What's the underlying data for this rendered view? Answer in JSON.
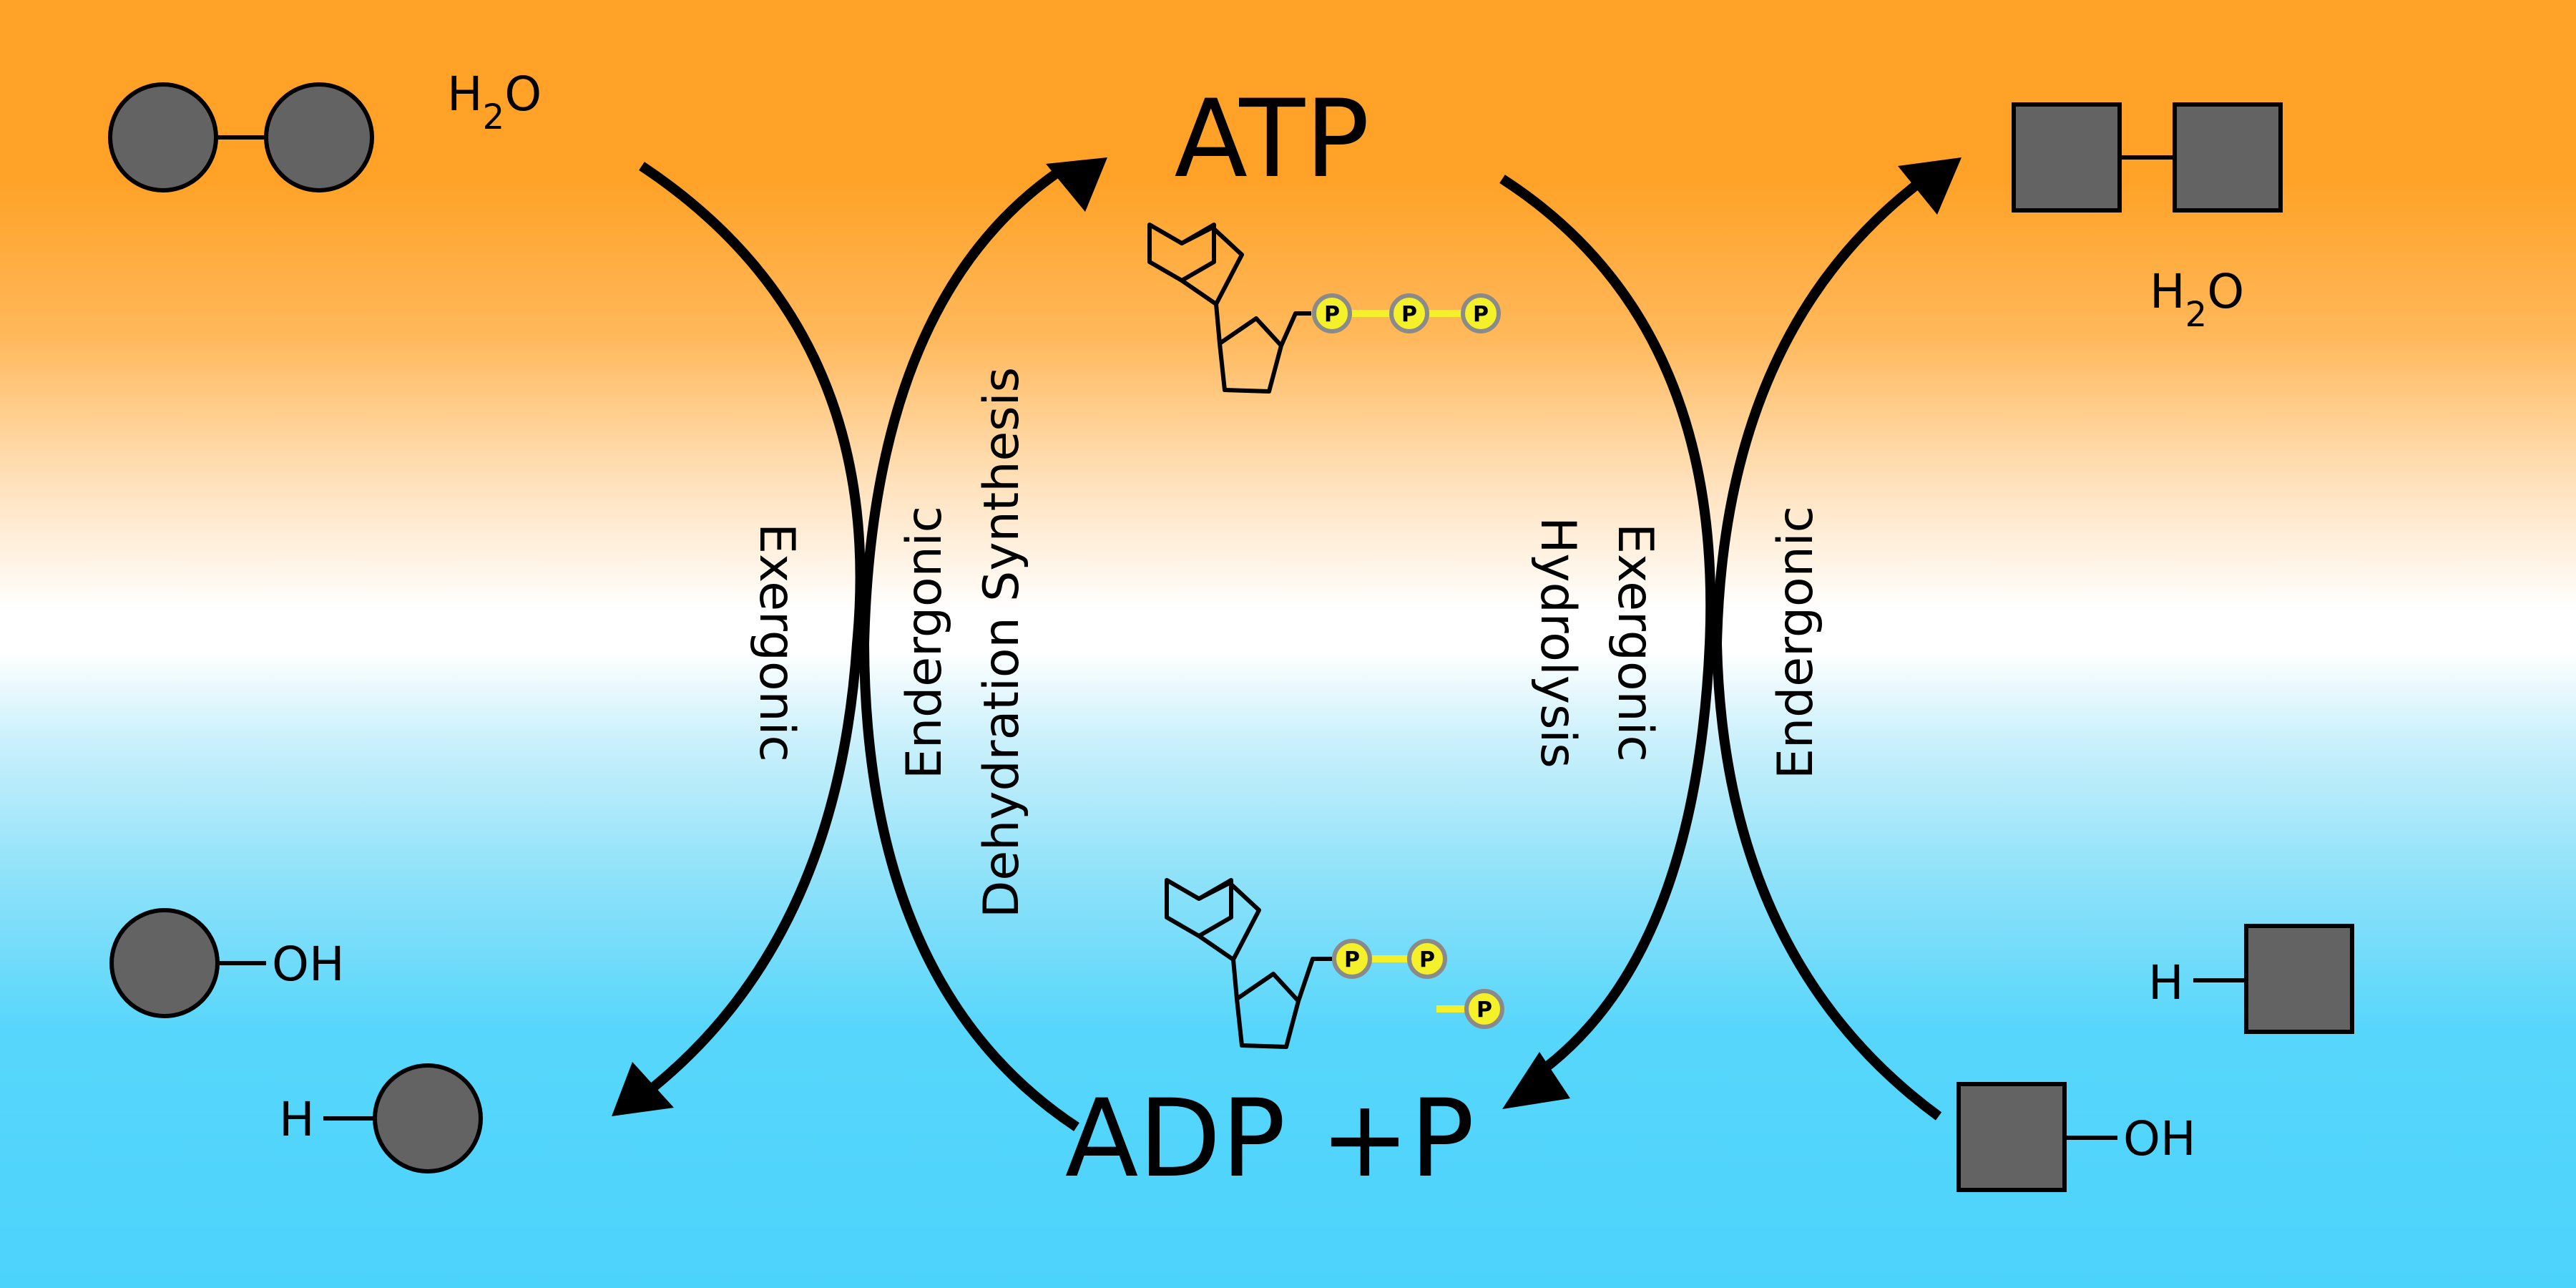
{
  "labels": {
    "atp": "ATP",
    "adp": "ADP +P",
    "water_h": "H",
    "water_sub": "2",
    "water_o": "O",
    "hydroxyl": "OH",
    "hydrogen": "H",
    "phosphate": "P"
  },
  "reactions": {
    "left_arc": [
      "Exergonic"
    ],
    "left_center": [
      "Endergonic",
      "Dehydration Synthesis"
    ],
    "right_center": [
      "Exergonic",
      "Hydrolysis"
    ],
    "right_arc": [
      "Endergonic"
    ]
  },
  "colors": {
    "top_background": "#ffa227",
    "middle_background": "#ffffff",
    "bottom_background": "#4cd3fc",
    "monomer_fill": "#636363",
    "phosphate_fill": "#f4f02a",
    "phosphate_outline": "#8a8a8a",
    "phosphate_bond": "#f4f02a"
  },
  "icons": {
    "monomer_circle": "circle-monomer-icon",
    "monomer_square": "square-monomer-icon",
    "nucleotide": "adenosine-structure-icon"
  }
}
